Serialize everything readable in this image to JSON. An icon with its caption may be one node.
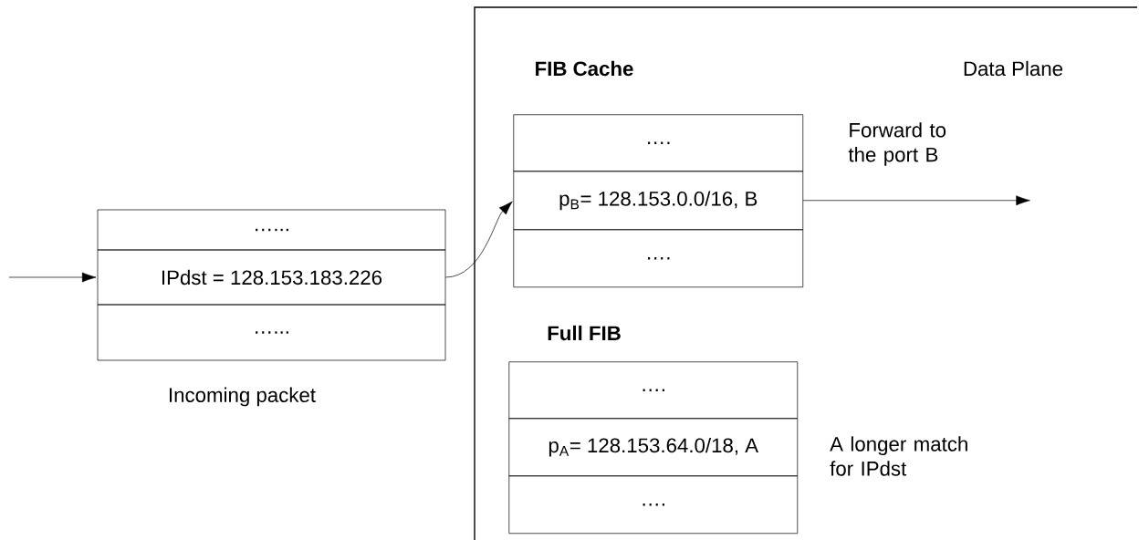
{
  "diagram": {
    "nodes": [
      {
        "text": [
          "Data Plane"
        ]
      },
      {
        "text": [
          "…..."
        ]
      },
      {
        "text": [
          "IPdst = 128.153.183.226"
        ]
      },
      {
        "text": [
          "…..."
        ]
      },
      {
        "text": [
          "…."
        ],
        "in": 0
      },
      {
        "text": [
          "p$_{B}$= 128.153.0.0/16, B"
        ],
        "in": 0
      },
      {
        "text": [
          "…."
        ],
        "in": 0
      },
      {
        "text": [
          "…."
        ],
        "in": 0
      },
      {
        "text": [
          "p$_{A}$= 128.153.64.0/18, A"
        ],
        "in": 0
      },
      {
        "text": [
          "…."
        ],
        "in": 0
      }
    ],
    "edges": [
      {
        "from": null,
        "to": 2,
        "arrow": "to"
      },
      {
        "from": 2,
        "to": 5,
        "arrow": "to"
      },
      {
        "from": 5,
        "to": null,
        "arrow": "to",
        "label": "Forward to the port B"
      }
    ],
    "labels": [
      "FIB Cache",
      "Incoming packet",
      "Full FIB",
      "A longer match for IPdst"
    ]
  }
}
